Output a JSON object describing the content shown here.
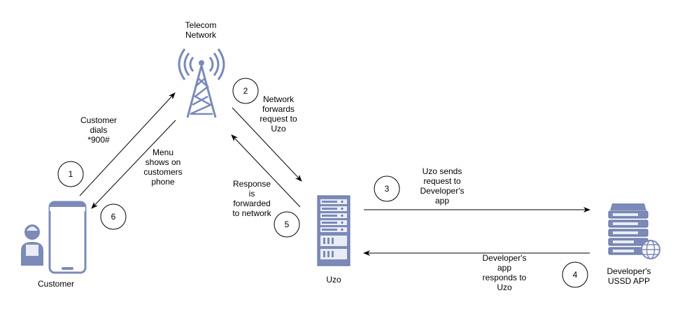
{
  "colors": {
    "icon_fill": "#7b8ab8",
    "icon_stroke": "#5a6a9b",
    "icon_light": "#e9ecf5",
    "arrow": "#000000",
    "background": "#ffffff"
  },
  "nodes": {
    "telecom": {
      "label_line1": "Telecom",
      "label_line2": "Network",
      "icon": "radio-tower-icon"
    },
    "customer": {
      "label": "Customer",
      "icon": "user-icon"
    },
    "phone": {
      "icon": "smartphone-icon"
    },
    "uzo": {
      "label": "Uzo",
      "icon": "server-rack-icon"
    },
    "dev_app": {
      "label_line1": "Developer's",
      "label_line2": "USSD APP",
      "icon": "web-server-icon"
    }
  },
  "steps": [
    {
      "number": "1",
      "lines": [
        "Customer",
        "dials",
        "*900#"
      ]
    },
    {
      "number": "2",
      "lines": [
        "Network",
        "forwards",
        "request to",
        "Uzo"
      ]
    },
    {
      "number": "3",
      "lines": [
        "Uzo sends",
        "request to",
        "Developer's",
        "app"
      ]
    },
    {
      "number": "4",
      "lines": [
        "Developer's",
        "app",
        "responds to",
        "Uzo"
      ]
    },
    {
      "number": "5",
      "lines": [
        "Response",
        "is",
        "forwarded",
        "to network"
      ]
    },
    {
      "number": "6",
      "lines": [
        "Menu",
        "shows on",
        "customers",
        "phone"
      ]
    }
  ]
}
